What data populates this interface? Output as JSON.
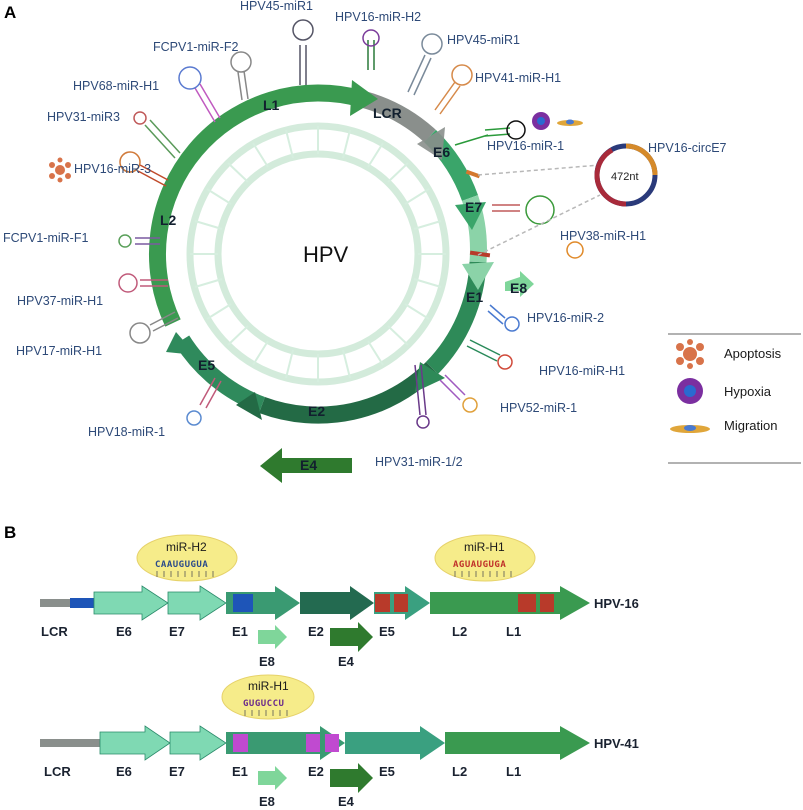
{
  "panels": {
    "a": "A",
    "b": "B"
  },
  "center_label": "HPV",
  "colors": {
    "light_green": "#a7e3c2",
    "mid_green": "#3a9a62",
    "dark_green": "#2f7a45",
    "lcr_gray": "#8a8f8c",
    "label_blue": "#2e4a78",
    "oval_yellow": "#f6ec8a",
    "blue_mark": "#1e55b8",
    "red_mark": "#b83a2a",
    "purple_mark": "#c04ad0"
  },
  "ring_genes": {
    "l1": "L1",
    "lcr": "LCR",
    "e6": "E6",
    "e7": "E7",
    "e1": "E1",
    "e8": "E8",
    "e2": "E2",
    "e4": "E4",
    "e5": "E5",
    "l2": "L2"
  },
  "mirnas": {
    "m1": "HPV45-miR1",
    "m2": "HPV16-miR-H2",
    "m3": "HPV45-miR1",
    "m4": "FCPV1-miR-F2",
    "m5": "HPV41-miR-H1",
    "m6": "HPV68-miR-H1",
    "m7": "HPV31-miR3",
    "m8": "HPV16-miR-1",
    "m9": "HPV16-circE7",
    "m10": "HPV16-miR-3",
    "m11": "HPV38-miR-H1",
    "m12": "FCPV1-miR-F1",
    "m13": "HPV37-miR-H1",
    "m14": "HPV16-miR-2",
    "m15": "HPV17-miR-H1",
    "m16": "HPV16-miR-H1",
    "m17": "HPV52-miR-1",
    "m18": "HPV18-miR-1",
    "m19": "HPV31-miR-1/2"
  },
  "circ_length": "472nt",
  "legend": {
    "apoptosis": "Apoptosis",
    "hypoxia": "Hypoxia",
    "migration": "Migration"
  },
  "hpv16": {
    "name": "HPV-16",
    "genes": {
      "lcr": "LCR",
      "e6": "E6",
      "e7": "E7",
      "e1": "E1",
      "e2": "E2",
      "e5": "E5",
      "l2": "L2",
      "l1": "L1",
      "e8": "E8",
      "e4": "E4"
    },
    "mir_h2": {
      "name": "miR-H2",
      "seq": "CAAUGUGUA"
    },
    "mir_h1": {
      "name": "miR-H1",
      "seq": "AGUAUGUGA"
    }
  },
  "hpv41": {
    "name": "HPV-41",
    "genes": {
      "lcr": "LCR",
      "e6": "E6",
      "e7": "E7",
      "e1": "E1",
      "e2": "E2",
      "e5": "E5",
      "l2": "L2",
      "l1": "L1",
      "e8": "E8",
      "e4": "E4"
    },
    "mir_h1": {
      "name": "miR-H1",
      "seq": "GUGUCCU"
    }
  }
}
